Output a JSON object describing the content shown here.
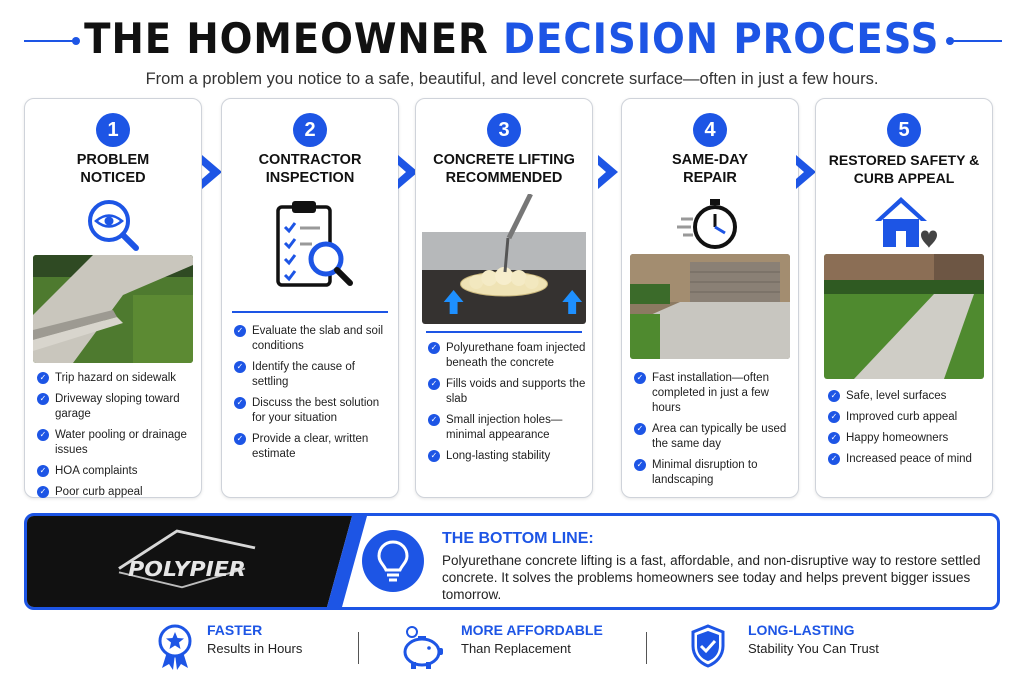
{
  "header": {
    "title_dark": "THE HOMEOWNER",
    "title_blue": "DECISION PROCESS",
    "subtitle": "From a problem you notice to a safe, beautiful, and level concrete surface—often in just a few hours."
  },
  "steps": [
    {
      "number": "1",
      "title_line1": "PROBLEM",
      "title_line2": "NOTICED",
      "icon": "eye-magnifier-icon",
      "bullets": [
        "Trip hazard on sidewalk",
        "Driveway sloping toward garage",
        "Water pooling or drainage issues",
        "HOA complaints",
        "Poor curb appeal"
      ]
    },
    {
      "number": "2",
      "title_line1": "CONTRACTOR",
      "title_line2": "INSPECTION",
      "icon": "clipboard-magnifier-icon",
      "bullets": [
        "Evaluate the slab and soil conditions",
        "Identify the cause of settling",
        "Discuss the best solution for your situation",
        "Provide a clear, written estimate"
      ]
    },
    {
      "number": "3",
      "title_line1": "CONCRETE LIFTING",
      "title_line2": "RECOMMENDED",
      "icon": "foam-injection-icon",
      "bullets": [
        "Polyurethane foam injected beneath the concrete",
        "Fills voids and supports the slab",
        "Small injection holes—minimal appearance",
        "Long-lasting stability"
      ]
    },
    {
      "number": "4",
      "title_line1": "SAME-DAY",
      "title_line2": "REPAIR",
      "icon": "stopwatch-icon",
      "bullets": [
        "Fast installation—often completed in just a few hours",
        "Area can typically be used the same day",
        "Minimal disruption to landscaping"
      ]
    },
    {
      "number": "5",
      "title_line1": "RESTORED SAFETY &",
      "title_line2": "CURB APPEAL",
      "icon": "house-heart-icon",
      "bullets": [
        "Safe, level surfaces",
        "Improved curb appeal",
        "Happy homeowners",
        "Increased peace of mind"
      ]
    }
  ],
  "bottom_line": {
    "logo_text": "POLYPIER",
    "title": "THE BOTTOM LINE:",
    "text": "Polyurethane concrete lifting is a fast, affordable, and non-disruptive way to restore settled concrete. It solves the problems homeowners see today and helps prevent bigger issues tomorrow."
  },
  "features": [
    {
      "icon": "award-ribbon-icon",
      "title": "FASTER",
      "subtitle": "Results in Hours"
    },
    {
      "icon": "piggy-bank-icon",
      "title": "MORE AFFORDABLE",
      "subtitle": "Than Replacement"
    },
    {
      "icon": "shield-check-icon",
      "title": "LONG-LASTING",
      "subtitle": "Stability You Can Trust"
    }
  ],
  "colors": {
    "accent": "#1d55e5",
    "text": "#111111",
    "card_border": "#cfd3da",
    "logo_bg": "#111111"
  }
}
